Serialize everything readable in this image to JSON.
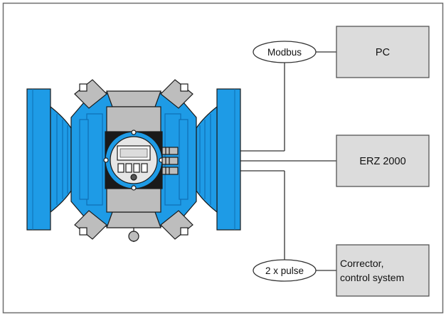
{
  "colors": {
    "frame": "#6f6f6f",
    "box_fill": "#dcdcdc",
    "box_stroke": "#555555",
    "meter_blue": "#1e9be6",
    "meter_blue_dark": "#0f6fb3",
    "meter_gray": "#bdbdbd",
    "line": "#333333"
  },
  "labels": {
    "modbus": "Modbus",
    "pulse": "2 x pulse"
  },
  "boxes": {
    "pc": "PC",
    "erz": "ERZ 2000",
    "corrector_line1": "Corrector,",
    "corrector_line2": "control system"
  }
}
